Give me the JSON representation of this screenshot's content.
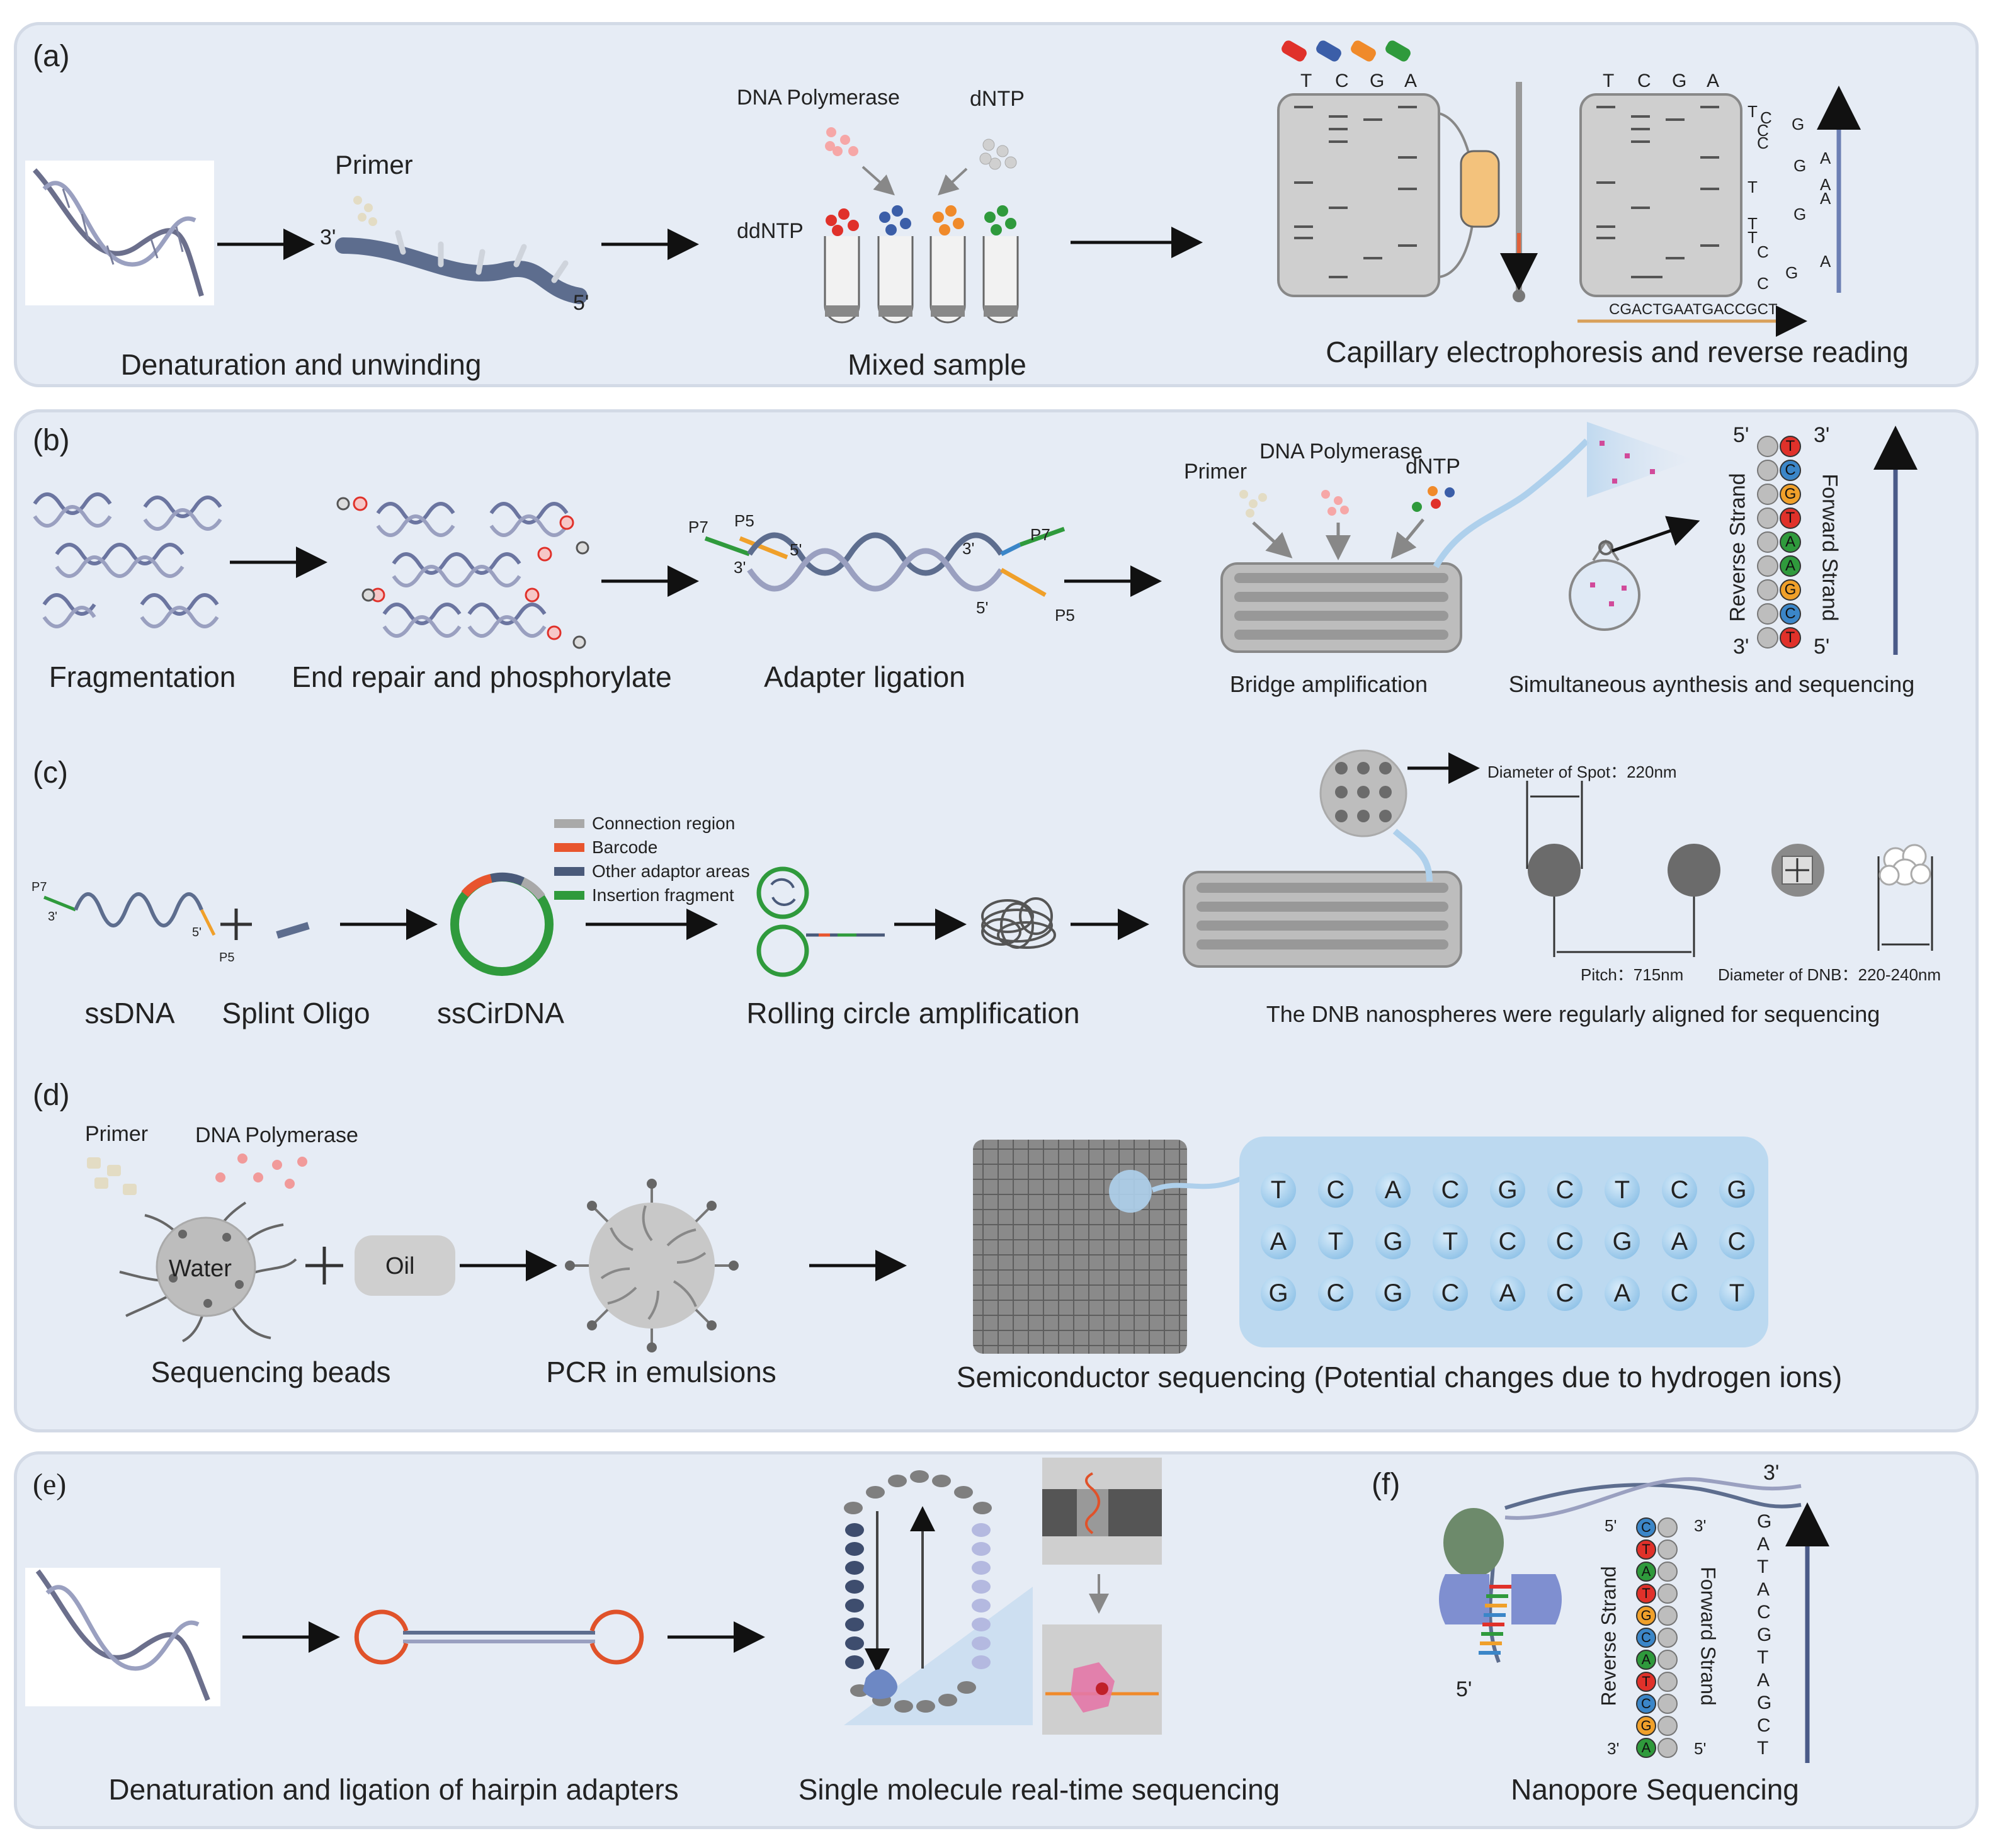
{
  "panel_a": {
    "label": "(a)",
    "primer_label": "Primer",
    "end_3": "3'",
    "end_5": "5'",
    "dna_polymerase": "DNA Polymerase",
    "dntp": "dNTP",
    "ddntp": "ddNTP",
    "bases_header": [
      "T",
      "C",
      "G",
      "A"
    ],
    "sequence_text": "CGACTGAATGACCGCT",
    "read_letters": [
      "T",
      "C",
      "C",
      "G",
      "C",
      "G",
      "A",
      "T",
      "A",
      "T",
      "G",
      "A",
      "T",
      "C",
      "C",
      "G",
      "A"
    ],
    "captions": {
      "denaturation": "Denaturation and unwinding",
      "mixed": "Mixed sample",
      "capillary": "Capillary electrophoresis and reverse reading"
    }
  },
  "panel_b": {
    "label": "(b)",
    "p7": "P7",
    "p5": "P5",
    "end_3": "3'",
    "end_5": "5'",
    "primer": "Primer",
    "dna_polymerase": "DNA Polymerase",
    "dntp": "dNTP",
    "reverse_strand": "Reverse Strand",
    "forward_strand": "Forward Strand",
    "strand_bases": [
      "T",
      "C",
      "G",
      "T",
      "A",
      "A",
      "G",
      "C",
      "T"
    ],
    "captions": {
      "fragmentation": "Fragmentation",
      "end_repair": "End repair and phosphorylate",
      "adapter": "Adapter ligation",
      "bridge": "Bridge amplification",
      "simultaneous": "Simultaneous aynthesis and sequencing"
    }
  },
  "panel_c": {
    "label": "(c)",
    "p7": "P7",
    "p5": "P5",
    "end_3": "3'",
    "end_5": "5'",
    "legend": [
      {
        "label": "Connection region",
        "color": "#a9a9a9"
      },
      {
        "label": "Barcode",
        "color": "#e8552e"
      },
      {
        "label": "Other adaptor areas",
        "color": "#4a5a7a"
      },
      {
        "label": "Insertion fragment",
        "color": "#2f9a3c"
      }
    ],
    "diameter_spot": "Diameter of Spot：220nm",
    "pitch": "Pitch：715nm",
    "diameter_dnb": "Diameter of DNB：220-240nm",
    "captions": {
      "ssdna": "ssDNA",
      "splint": "Splint Oligo",
      "sscirdna": "ssCirDNA",
      "rolling": "Rolling circle amplification",
      "dnb": "The DNB nanospheres were regularly aligned for sequencing"
    }
  },
  "panel_d": {
    "label": "(d)",
    "primer": "Primer",
    "dna_polymerase": "DNA Polymerase",
    "water": "Water",
    "oil": "Oil",
    "grid_rows": [
      [
        "T",
        "C",
        "A",
        "C",
        "G",
        "C",
        "T",
        "C",
        "G"
      ],
      [
        "A",
        "T",
        "G",
        "T",
        "C",
        "C",
        "G",
        "A",
        "C"
      ],
      [
        "G",
        "C",
        "G",
        "C",
        "A",
        "C",
        "A",
        "C",
        "T"
      ]
    ],
    "captions": {
      "beads": "Sequencing beads",
      "pcr": "PCR in emulsions",
      "semi": "Semiconductor sequencing (Potential changes due to hydrogen ions)"
    }
  },
  "panel_e": {
    "label": "(e)",
    "captions": {
      "hairpin": "Denaturation and ligation of hairpin adapters",
      "smrt": "Single molecule real-time sequencing"
    }
  },
  "panel_f": {
    "label": "(f)",
    "end_3": "3'",
    "end_5": "5'",
    "reverse_strand": "Reverse Strand",
    "forward_strand": "Forward Strand",
    "strand_bases": [
      "C",
      "T",
      "A",
      "T",
      "G",
      "C",
      "A",
      "T",
      "C",
      "G",
      "A"
    ],
    "read_letters": [
      "G",
      "A",
      "T",
      "A",
      "C",
      "G",
      "T",
      "A",
      "G",
      "C",
      "T"
    ],
    "caption": "Nanopore Sequencing"
  },
  "colors": {
    "panel_bg": "#e6ecf5",
    "strand": "#5a6a8c",
    "base_T": "#e0312a",
    "base_C": "#3b86c8",
    "base_G": "#f0a02a",
    "base_A": "#2f9a3c",
    "arrow_blue": "#4a5a88"
  }
}
